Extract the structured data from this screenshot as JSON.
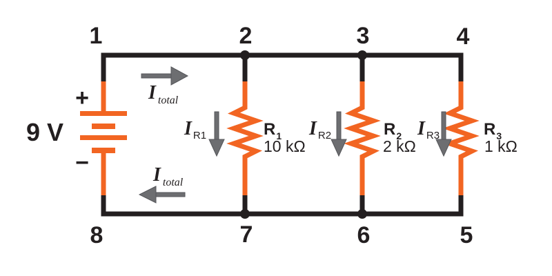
{
  "diagram_type": "parallel-resistor-circuit",
  "colors": {
    "wire": "#231F20",
    "component": "#F26522",
    "arrow": "#6D6E71",
    "label": "#231F20",
    "background": "#FFFFFF"
  },
  "battery": {
    "voltage": "9 V",
    "positive_sign": "+",
    "negative_sign": "−"
  },
  "nodes": [
    "1",
    "2",
    "3",
    "4",
    "5",
    "6",
    "7",
    "8"
  ],
  "resistors": [
    {
      "name": "R",
      "sub": "1",
      "value": "10 kΩ"
    },
    {
      "name": "R",
      "sub": "2",
      "value": "2 kΩ"
    },
    {
      "name": "R",
      "sub": "3",
      "value": "1 kΩ"
    }
  ],
  "currents": {
    "total": {
      "symbol": "I",
      "sub": "total"
    },
    "branch1": {
      "symbol": "I",
      "sub": "R1"
    },
    "branch2": {
      "symbol": "I",
      "sub": "R2"
    },
    "branch3": {
      "symbol": "I",
      "sub": "R3"
    }
  }
}
